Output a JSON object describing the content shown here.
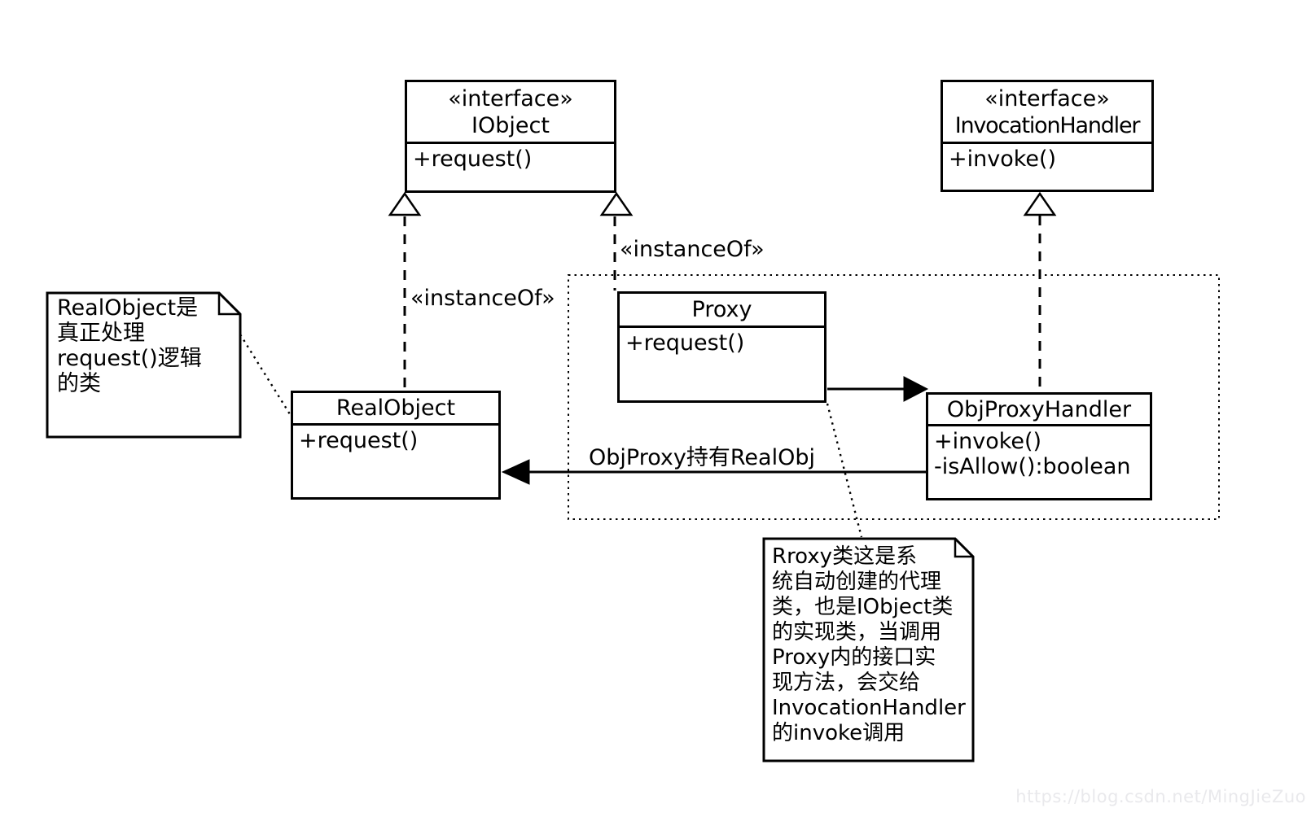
{
  "nodes": {
    "iobject": {
      "stereotype": "«interface»",
      "name": "IObject",
      "members": [
        "+request()"
      ]
    },
    "invocation_handler": {
      "stereotype": "«interface»",
      "name": "InvocationHandler",
      "members": [
        "+invoke()"
      ]
    },
    "proxy": {
      "name": "Proxy",
      "members": [
        "+request()"
      ]
    },
    "real_object": {
      "name": "RealObject",
      "members": [
        "+request()"
      ]
    },
    "obj_proxy_handler": {
      "name": "ObjProxyHandler",
      "members": [
        "+invoke()",
        "-isAllow():boolean"
      ]
    }
  },
  "edge_labels": {
    "instance_of_left": "«instanceOf»",
    "instance_of_right": "«instanceOf»",
    "obj_proxy_holds_real_obj": "ObjProxy持有RealObj"
  },
  "notes": {
    "real_object_note": {
      "lines": [
        "RealObject是",
        "真正处理",
        "request()逻辑",
        "的类"
      ]
    },
    "proxy_note": {
      "lines": [
        "Rroxy类这是系",
        "统自动创建的代理",
        "类，也是IObject类",
        "的实现类，当调用",
        "Proxy内的接口实",
        "现方法，会交给",
        "InvocationHandler",
        "的invoke调用"
      ]
    }
  },
  "watermark": "https://blog.csdn.net/MingJieZuo",
  "colors": {
    "line": "#000000",
    "background": "#ffffff",
    "watermark": "#e9e9ec"
  }
}
